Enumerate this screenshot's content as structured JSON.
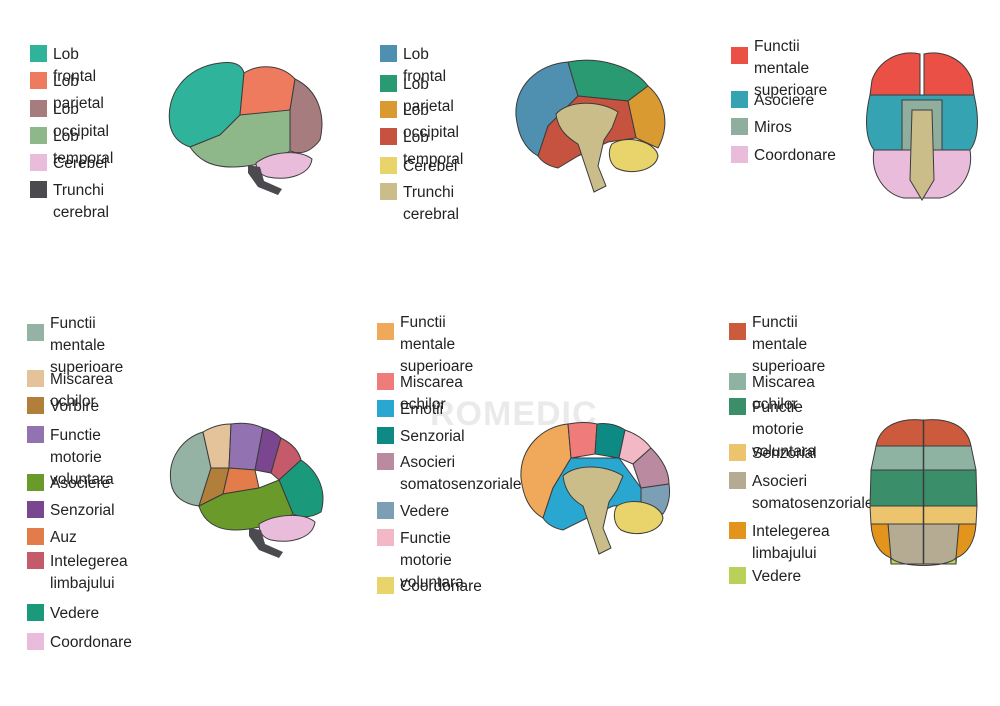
{
  "panels": [
    {
      "id": "lobes-lateral",
      "legend": [
        {
          "label": "Lob frontal",
          "color": "#2fb39a"
        },
        {
          "label": "Lob parietal",
          "color": "#ef7b5e"
        },
        {
          "label": "Lob occipital",
          "color": "#a67c7f"
        },
        {
          "label": "Lob temporal",
          "color": "#8fb88a"
        },
        {
          "label": "Cerebel",
          "color": "#e9bcdc"
        },
        {
          "label": "Trunchi cerebral",
          "color": "#4a4a4f"
        }
      ]
    },
    {
      "id": "lobes-sagittal",
      "legend": [
        {
          "label": "Lob frontal",
          "color": "#4f8fb0"
        },
        {
          "label": "Lob parietal",
          "color": "#2a9a73"
        },
        {
          "label": "Lob occipital",
          "color": "#d99a32"
        },
        {
          "label": "Lob temporal",
          "color": "#c6533f"
        },
        {
          "label": "Cerebel",
          "color": "#e9d36b"
        },
        {
          "label": "Trunchi cerebral",
          "color": "#cbbd8a"
        }
      ]
    },
    {
      "id": "functions-inferior",
      "legend": [
        {
          "label": "Functii mentale\nsuperioare",
          "color": "#ea5045"
        },
        {
          "label": "Asociere",
          "color": "#36a3b3"
        },
        {
          "label": "Miros",
          "color": "#8fae9e"
        },
        {
          "label": "Coordonare",
          "color": "#e9bcdc"
        }
      ]
    },
    {
      "id": "functions-lateral",
      "legend": [
        {
          "label": "Functii mentale\nsuperioare",
          "color": "#95b3a4"
        },
        {
          "label": "Miscarea ochilor",
          "color": "#e4c39a"
        },
        {
          "label": "Vorbire",
          "color": "#b27f3a"
        },
        {
          "label": "Functie motorie\nvoluntara",
          "color": "#9272b0"
        },
        {
          "label": "Asociere",
          "color": "#6a9a2a"
        },
        {
          "label": "Senzorial",
          "color": "#7a4690"
        },
        {
          "label": "Auz",
          "color": "#e27c4a"
        },
        {
          "label": "Intelegerea\nlimbajului",
          "color": "#c45a6a"
        },
        {
          "label": "Vedere",
          "color": "#1a9a7a"
        },
        {
          "label": "Coordonare",
          "color": "#e9bcdc"
        }
      ]
    },
    {
      "id": "functions-sagittal",
      "legend": [
        {
          "label": "Functii mentale\nsuperioare",
          "color": "#f0a85a"
        },
        {
          "label": "Miscarea ochilor",
          "color": "#ef7b7b"
        },
        {
          "label": "Emotii",
          "color": "#2aa7d0"
        },
        {
          "label": "Senzorial",
          "color": "#0e8a84"
        },
        {
          "label": "Asocieri\nsomatosenzoriale",
          "color": "#b98aa0"
        },
        {
          "label": "Vedere",
          "color": "#7d9fb5"
        },
        {
          "label": "Functie motorie\nvoluntara",
          "color": "#f2b8c6"
        },
        {
          "label": "Coordonare",
          "color": "#e9d36b"
        }
      ]
    },
    {
      "id": "functions-superior",
      "legend": [
        {
          "label": "Functii mentale\nsuperioare",
          "color": "#cc5a3c"
        },
        {
          "label": "Miscarea ochilor",
          "color": "#8fb3a2"
        },
        {
          "label": "Functie motorie\nvoluntara",
          "color": "#3a8e6a"
        },
        {
          "label": "Senzorial",
          "color": "#ecc46e"
        },
        {
          "label": "Asocieri\nsomatosenzoriale",
          "color": "#b5aa92"
        },
        {
          "label": "Intelegerea\nlimbajului",
          "color": "#e2941c"
        },
        {
          "label": "Vedere",
          "color": "#b9d15a"
        }
      ]
    }
  ],
  "watermark": "ROMEDIC"
}
